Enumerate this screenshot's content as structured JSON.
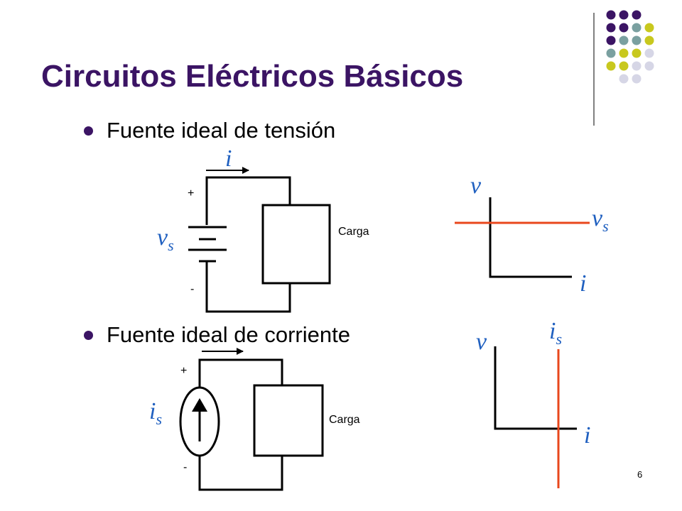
{
  "slide": {
    "title": "Circuitos Eléctricos Básicos",
    "page_number": "6"
  },
  "bullets": [
    {
      "text": "Fuente ideal de tensión"
    },
    {
      "text": "Fuente ideal de corriente"
    }
  ],
  "voltage_source": {
    "current_label": "i",
    "plus": "+",
    "minus": "-",
    "source_label_main": "v",
    "source_label_sub": "s",
    "load_label": "Carga"
  },
  "voltage_graph": {
    "y_label": "v",
    "x_label": "i",
    "line_label_main": "v",
    "line_label_sub": "s"
  },
  "current_source": {
    "plus": "+",
    "minus": "-",
    "source_label_main": "i",
    "source_label_sub": "s",
    "load_label": "Carga"
  },
  "current_graph": {
    "y_label": "v",
    "x_label": "i",
    "line_label_main": "i",
    "line_label_sub": "s"
  },
  "colors": {
    "title": "#3b1464",
    "math": "#2060c0",
    "characteristic_line": "#e8471c",
    "dot_purple": "#3b1464",
    "dot_teal": "#7aa0a0",
    "dot_yellow": "#c8c81e",
    "dot_lavender": "#d6d6e6"
  },
  "decoration": {
    "dot_grid": [
      [
        "purple",
        "purple",
        "purple",
        null
      ],
      [
        "purple",
        "purple",
        "teal",
        "yellow"
      ],
      [
        "purple",
        "teal",
        "teal",
        "yellow"
      ],
      [
        "teal",
        "yellow",
        "yellow",
        "lavender"
      ],
      [
        "yellow",
        "yellow",
        "lavender",
        "lavender"
      ],
      [
        null,
        "lavender",
        "lavender",
        null
      ]
    ]
  }
}
